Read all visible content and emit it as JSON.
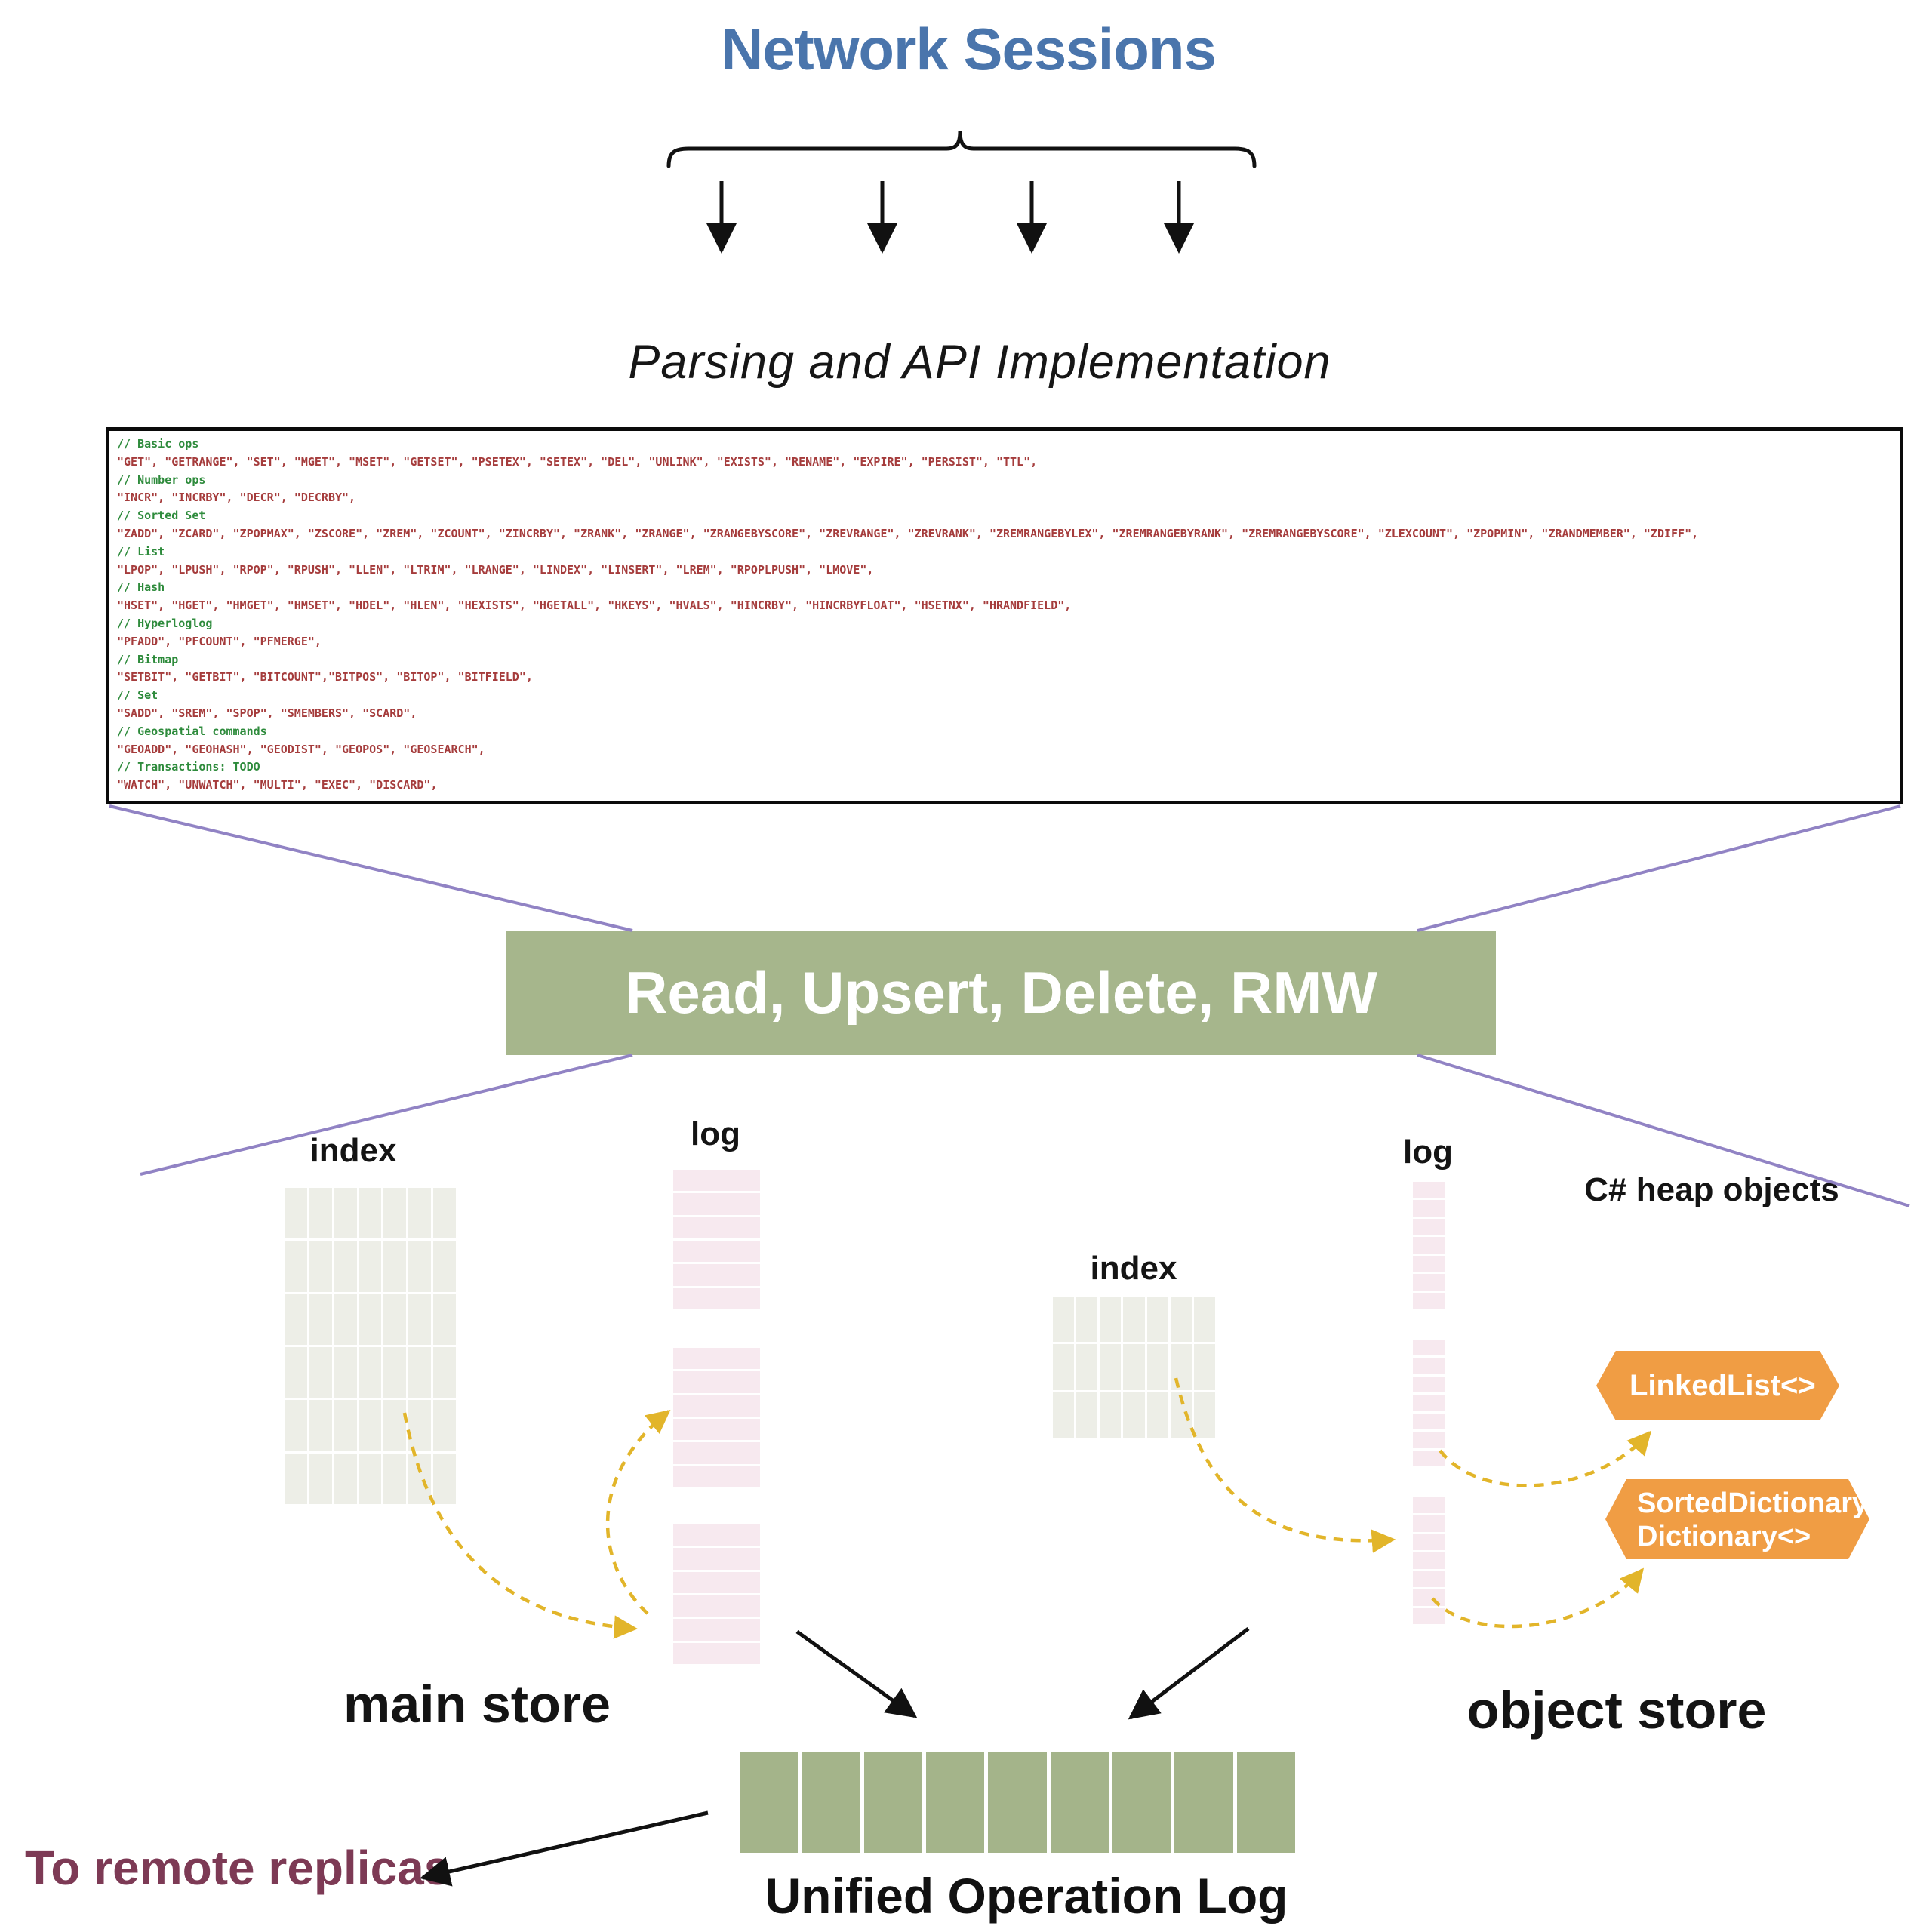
{
  "title": {
    "text": "Network Sessions",
    "color": "#4a75ac"
  },
  "parsing_label": "Parsing and API Implementation",
  "code_box": {
    "lines": [
      {
        "type": "comment",
        "text": "// Basic ops"
      },
      {
        "type": "string",
        "text": "\"GET\", \"GETRANGE\", \"SET\", \"MGET\", \"MSET\", \"GETSET\", \"PSETEX\", \"SETEX\", \"DEL\", \"UNLINK\", \"EXISTS\", \"RENAME\", \"EXPIRE\", \"PERSIST\", \"TTL\","
      },
      {
        "type": "comment",
        "text": "// Number ops"
      },
      {
        "type": "string",
        "text": "\"INCR\", \"INCRBY\", \"DECR\", \"DECRBY\","
      },
      {
        "type": "comment",
        "text": "// Sorted Set"
      },
      {
        "type": "string",
        "text": "\"ZADD\", \"ZCARD\", \"ZPOPMAX\", \"ZSCORE\", \"ZREM\", \"ZCOUNT\", \"ZINCRBY\", \"ZRANK\", \"ZRANGE\", \"ZRANGEBYSCORE\", \"ZREVRANGE\", \"ZREVRANK\", \"ZREMRANGEBYLEX\", \"ZREMRANGEBYRANK\", \"ZREMRANGEBYSCORE\", \"ZLEXCOUNT\", \"ZPOPMIN\", \"ZRANDMEMBER\", \"ZDIFF\","
      },
      {
        "type": "comment",
        "text": "// List"
      },
      {
        "type": "string",
        "text": "\"LPOP\", \"LPUSH\", \"RPOP\", \"RPUSH\", \"LLEN\", \"LTRIM\", \"LRANGE\", \"LINDEX\", \"LINSERT\", \"LREM\", \"RPOPLPUSH\", \"LMOVE\","
      },
      {
        "type": "comment",
        "text": "// Hash"
      },
      {
        "type": "string",
        "text": "\"HSET\", \"HGET\", \"HMGET\", \"HMSET\", \"HDEL\", \"HLEN\", \"HEXISTS\", \"HGETALL\", \"HKEYS\", \"HVALS\", \"HINCRBY\", \"HINCRBYFLOAT\", \"HSETNX\", \"HRANDFIELD\","
      },
      {
        "type": "comment",
        "text": "// Hyperloglog"
      },
      {
        "type": "string",
        "text": "\"PFADD\", \"PFCOUNT\", \"PFMERGE\","
      },
      {
        "type": "comment",
        "text": "// Bitmap"
      },
      {
        "type": "string",
        "text": "\"SETBIT\", \"GETBIT\", \"BITCOUNT\",\"BITPOS\", \"BITOP\", \"BITFIELD\","
      },
      {
        "type": "comment",
        "text": "// Set"
      },
      {
        "type": "string",
        "text": "\"SADD\", \"SREM\", \"SPOP\", \"SMEMBERS\", \"SCARD\","
      },
      {
        "type": "comment",
        "text": "// Geospatial commands"
      },
      {
        "type": "string",
        "text": "\"GEOADD\", \"GEOHASH\", \"GEODIST\", \"GEOPOS\", \"GEOSEARCH\","
      },
      {
        "type": "comment",
        "text": "// Transactions: TODO"
      },
      {
        "type": "string",
        "text": "\"WATCH\", \"UNWATCH\", \"MULTI\", \"EXEC\", \"DISCARD\","
      }
    ]
  },
  "pipeline": {
    "operations_label": "Read, Upsert, Delete, RMW"
  },
  "main_store": {
    "label": "main store",
    "index_label": "index",
    "log_label": "log",
    "index_grid": {
      "columns": 7,
      "rows": 6
    },
    "log_segments": [
      6,
      6,
      6
    ]
  },
  "object_store": {
    "label": "object store",
    "index_label": "index",
    "log_label": "log",
    "heap_label": "C# heap objects",
    "index_grid": {
      "columns": 7,
      "rows": 3
    },
    "log_segments": [
      7,
      7,
      7
    ],
    "heap_objects": [
      {
        "lines": [
          "LinkedList<>"
        ]
      },
      {
        "lines": [
          "SortedDictionary<>",
          "Dictionary<>"
        ]
      }
    ]
  },
  "unified_log": {
    "label": "Unified Operation Log",
    "segments": 9
  },
  "replicas_label": {
    "text": "To remote replicas",
    "color": "#7d3a55"
  },
  "colors": {
    "blue": "#4a75ac",
    "sage": "#a6b68c",
    "sage_bar": "#a4b48a",
    "maroon": "#7d3a55",
    "purple": "#9183c4",
    "yellow": "#e2b52a",
    "orange": "#f09d44",
    "cell_gray": "#edeee7",
    "cell_pink": "#f7e9ef",
    "code_comment": "#2e8b3c",
    "code_string": "#a53c3c"
  }
}
